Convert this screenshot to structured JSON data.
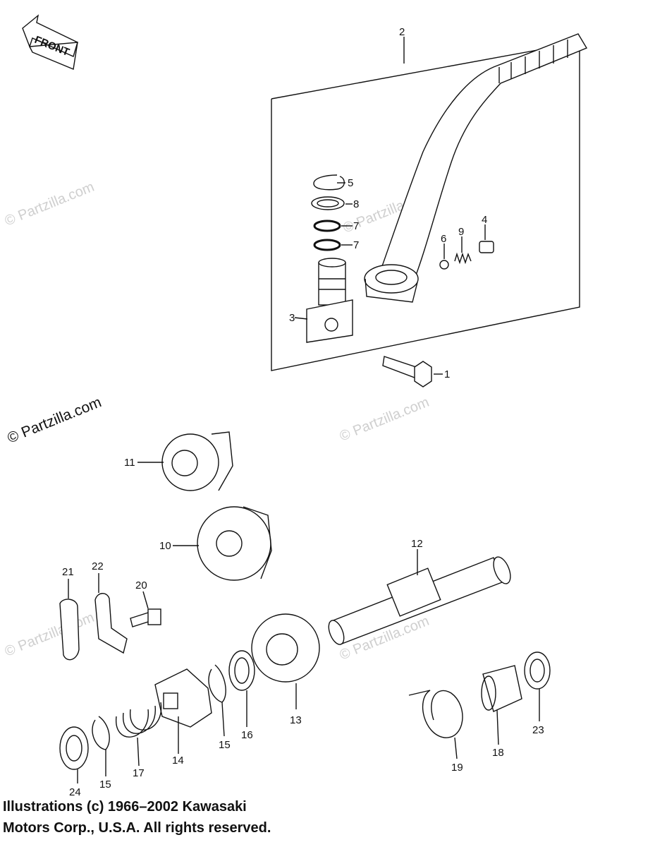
{
  "front_label": "FRONT",
  "watermark": "© Partzilla.com",
  "copyright": {
    "line1": "Illustrations (c) 1966–2002 Kawasaki",
    "line2": "Motors Corp., U.S.A.  All rights reserved."
  },
  "part_numbers": {
    "p1": "1",
    "p2": "2",
    "p3": "3",
    "p4": "4",
    "p5": "5",
    "p6": "6",
    "p7a": "7",
    "p7b": "7",
    "p8": "8",
    "p9": "9",
    "p10": "10",
    "p11": "11",
    "p12": "12",
    "p13": "13",
    "p14": "14",
    "p15a": "15",
    "p15b": "15",
    "p16": "16",
    "p17": "17",
    "p18": "18",
    "p19": "19",
    "p20": "20",
    "p21": "21",
    "p22": "22",
    "p23": "23",
    "p24": "24"
  }
}
